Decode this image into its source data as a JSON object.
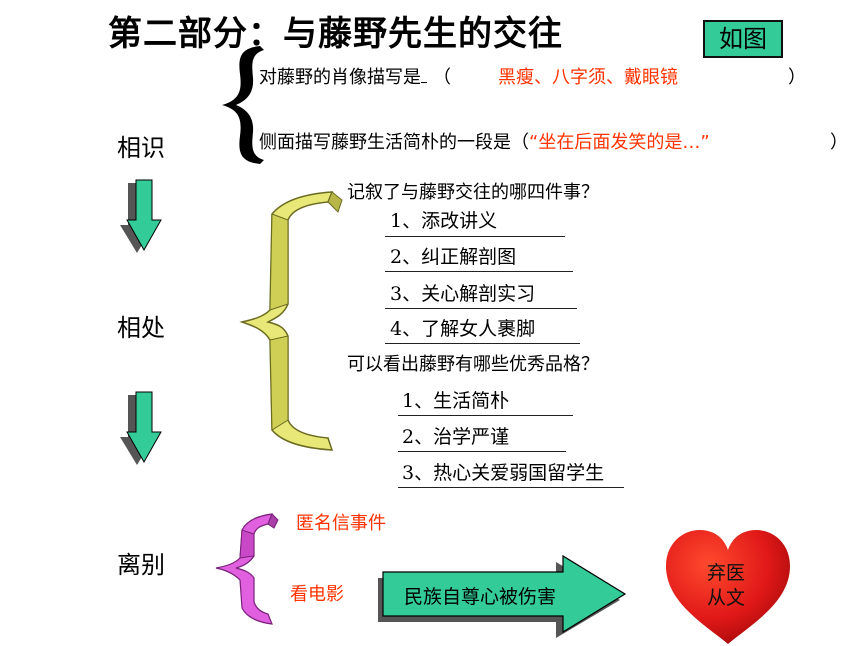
{
  "title": "第二部分：与藤野先生的交往",
  "figure_button": "如图",
  "xiangshi": {
    "section_label": "相识",
    "portrait_prefix": "对藤野的肖像描写是",
    "portrait_open": "（",
    "portrait_answer": "黑瘦、八字须、戴眼镜",
    "portrait_close": "）",
    "side_prefix": "侧面描写藤野生活简朴的一段是（",
    "side_answer": "“坐在后面发笑的是…”",
    "side_close": "）"
  },
  "xiangchu": {
    "section_label": "相处",
    "q1": "记叙了与藤野交往的哪四件事？",
    "events": [
      "1、添改讲义",
      "2、纠正解剖图",
      "3、关心解剖实习",
      "4、了解女人裹脚"
    ],
    "q2": "可以看出藤野有哪些优秀品格？",
    "qualities": [
      "1、生活简朴",
      "2、治学严谨",
      "3、热心关爱弱国留学生"
    ]
  },
  "libie": {
    "section_label": "离别",
    "cause1": "匿名信事件",
    "cause2": "看电影",
    "arrow_text": "民族自尊心被伤害",
    "heart_line1": "弃医",
    "heart_line2": "从文"
  },
  "colors": {
    "red_text": "#ff3300",
    "teal": "#33cc99",
    "yellow_brace": "#e8e878",
    "magenta_brace": "#e060e0"
  }
}
